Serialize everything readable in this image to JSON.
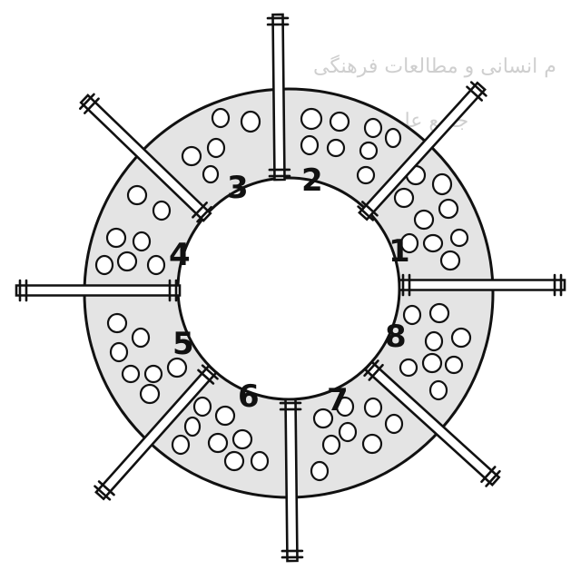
{
  "watermark": {
    "line1": "م انسانی و مطالعات فرهنگی",
    "line2": "جامع علوم انسانی"
  },
  "colors": {
    "ring_fill": "#e4e4e4",
    "ink": "#111111",
    "background": "#ffffff"
  },
  "labels": [
    "1",
    "2",
    "3",
    "4",
    "5",
    "6",
    "7",
    "8"
  ]
}
